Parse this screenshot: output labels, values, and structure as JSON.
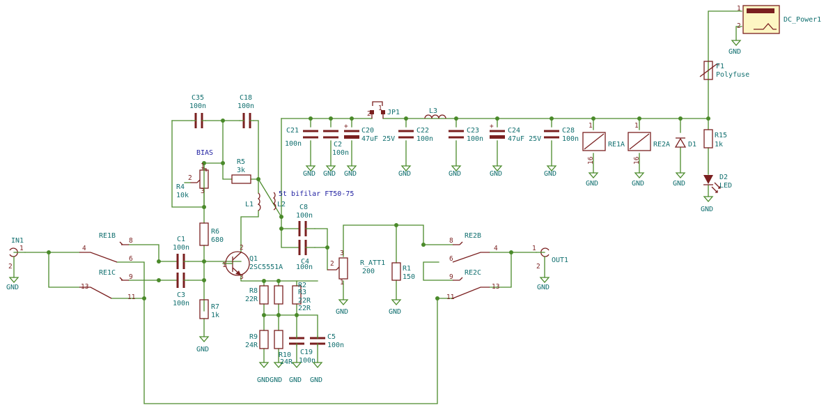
{
  "labels": {
    "dc_power": "DC_Power1",
    "f1": "F1",
    "polyfuse": "Polyfuse",
    "r15": "R15",
    "r15_val": "1k",
    "d2": "D2",
    "led": "LED",
    "d1": "D1",
    "re1a": "RE1A",
    "re2a": "RE2A",
    "jp1": "JP1",
    "l3": "L3",
    "c35": "C35",
    "c35_val": "100n",
    "c18": "C18",
    "c18_val": "100n",
    "bias": "BIAS",
    "r5": "R5",
    "r5_val": "3k",
    "r4": "R4",
    "r4_val": "10k",
    "l1": "L1",
    "l2": "L2",
    "winding": "5t bifilar FT50-75",
    "c21": "C21",
    "c21_val": "100n",
    "c2": "C2",
    "c2_val": "100n",
    "c20": "C20",
    "c20_val": "47uF 25V",
    "c22": "C22",
    "c22_val": "100n",
    "c23": "C23",
    "c23_val": "100n",
    "c24": "C24",
    "c24_val": "47uF 25V",
    "c28": "C28",
    "c28_val": "100n",
    "re1b": "RE1B",
    "re1c": "RE1C",
    "re2b": "RE2B",
    "re2c": "RE2C",
    "in1": "IN1",
    "out1": "OUT1",
    "c1": "C1",
    "c1_val": "100n",
    "c3": "C3",
    "c3_val": "100n",
    "r6": "R6",
    "r6_val": "680",
    "r7": "R7",
    "r7_val": "1k",
    "q1": "Q1",
    "q1_val": "2SC5551A",
    "c8": "C8",
    "c8_val": "100n",
    "c4": "C4",
    "c4_val": "100n",
    "ratt": "R_ATT1",
    "ratt_val": "200",
    "r1": "R1",
    "r1_val": "150",
    "r8": "R8",
    "r8_val": "22R",
    "r2": "R2",
    "r3": "R3",
    "r3_val": "22R",
    "r2_val": "22R",
    "r9": "R9",
    "r9_val": "24R",
    "r10": "R10",
    "r10_val": "24R",
    "c19": "C19",
    "c19_val": "100n",
    "c5": "C5",
    "c5_val": "100n",
    "gnd": "GND",
    "gndgnd": "GNDGND",
    "pin_1": "1",
    "pin_2": "2",
    "pin_3": "3",
    "pin_4": "4",
    "pin_6": "6",
    "pin_8": "8",
    "pin_9": "9",
    "pin_11": "11",
    "pin_13": "13",
    "pin_16": "16",
    "plus": "+"
  }
}
